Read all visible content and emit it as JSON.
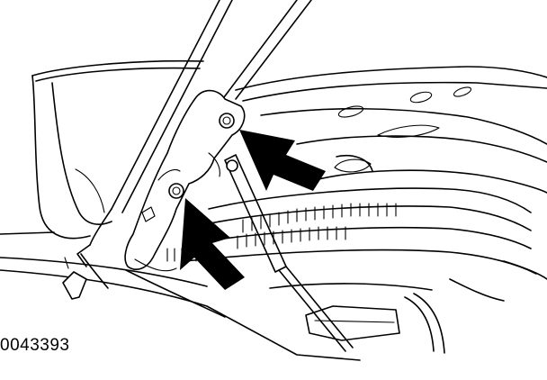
{
  "figure": {
    "reference_code": "0043393",
    "colors": {
      "line": "#000000",
      "background": "#ffffff",
      "arrow": "#000000"
    },
    "callouts": [
      {
        "id": "upper-bolt-arrow",
        "target": "upper-bolt"
      },
      {
        "id": "lower-bolt-arrow",
        "target": "lower-bolt"
      }
    ]
  }
}
